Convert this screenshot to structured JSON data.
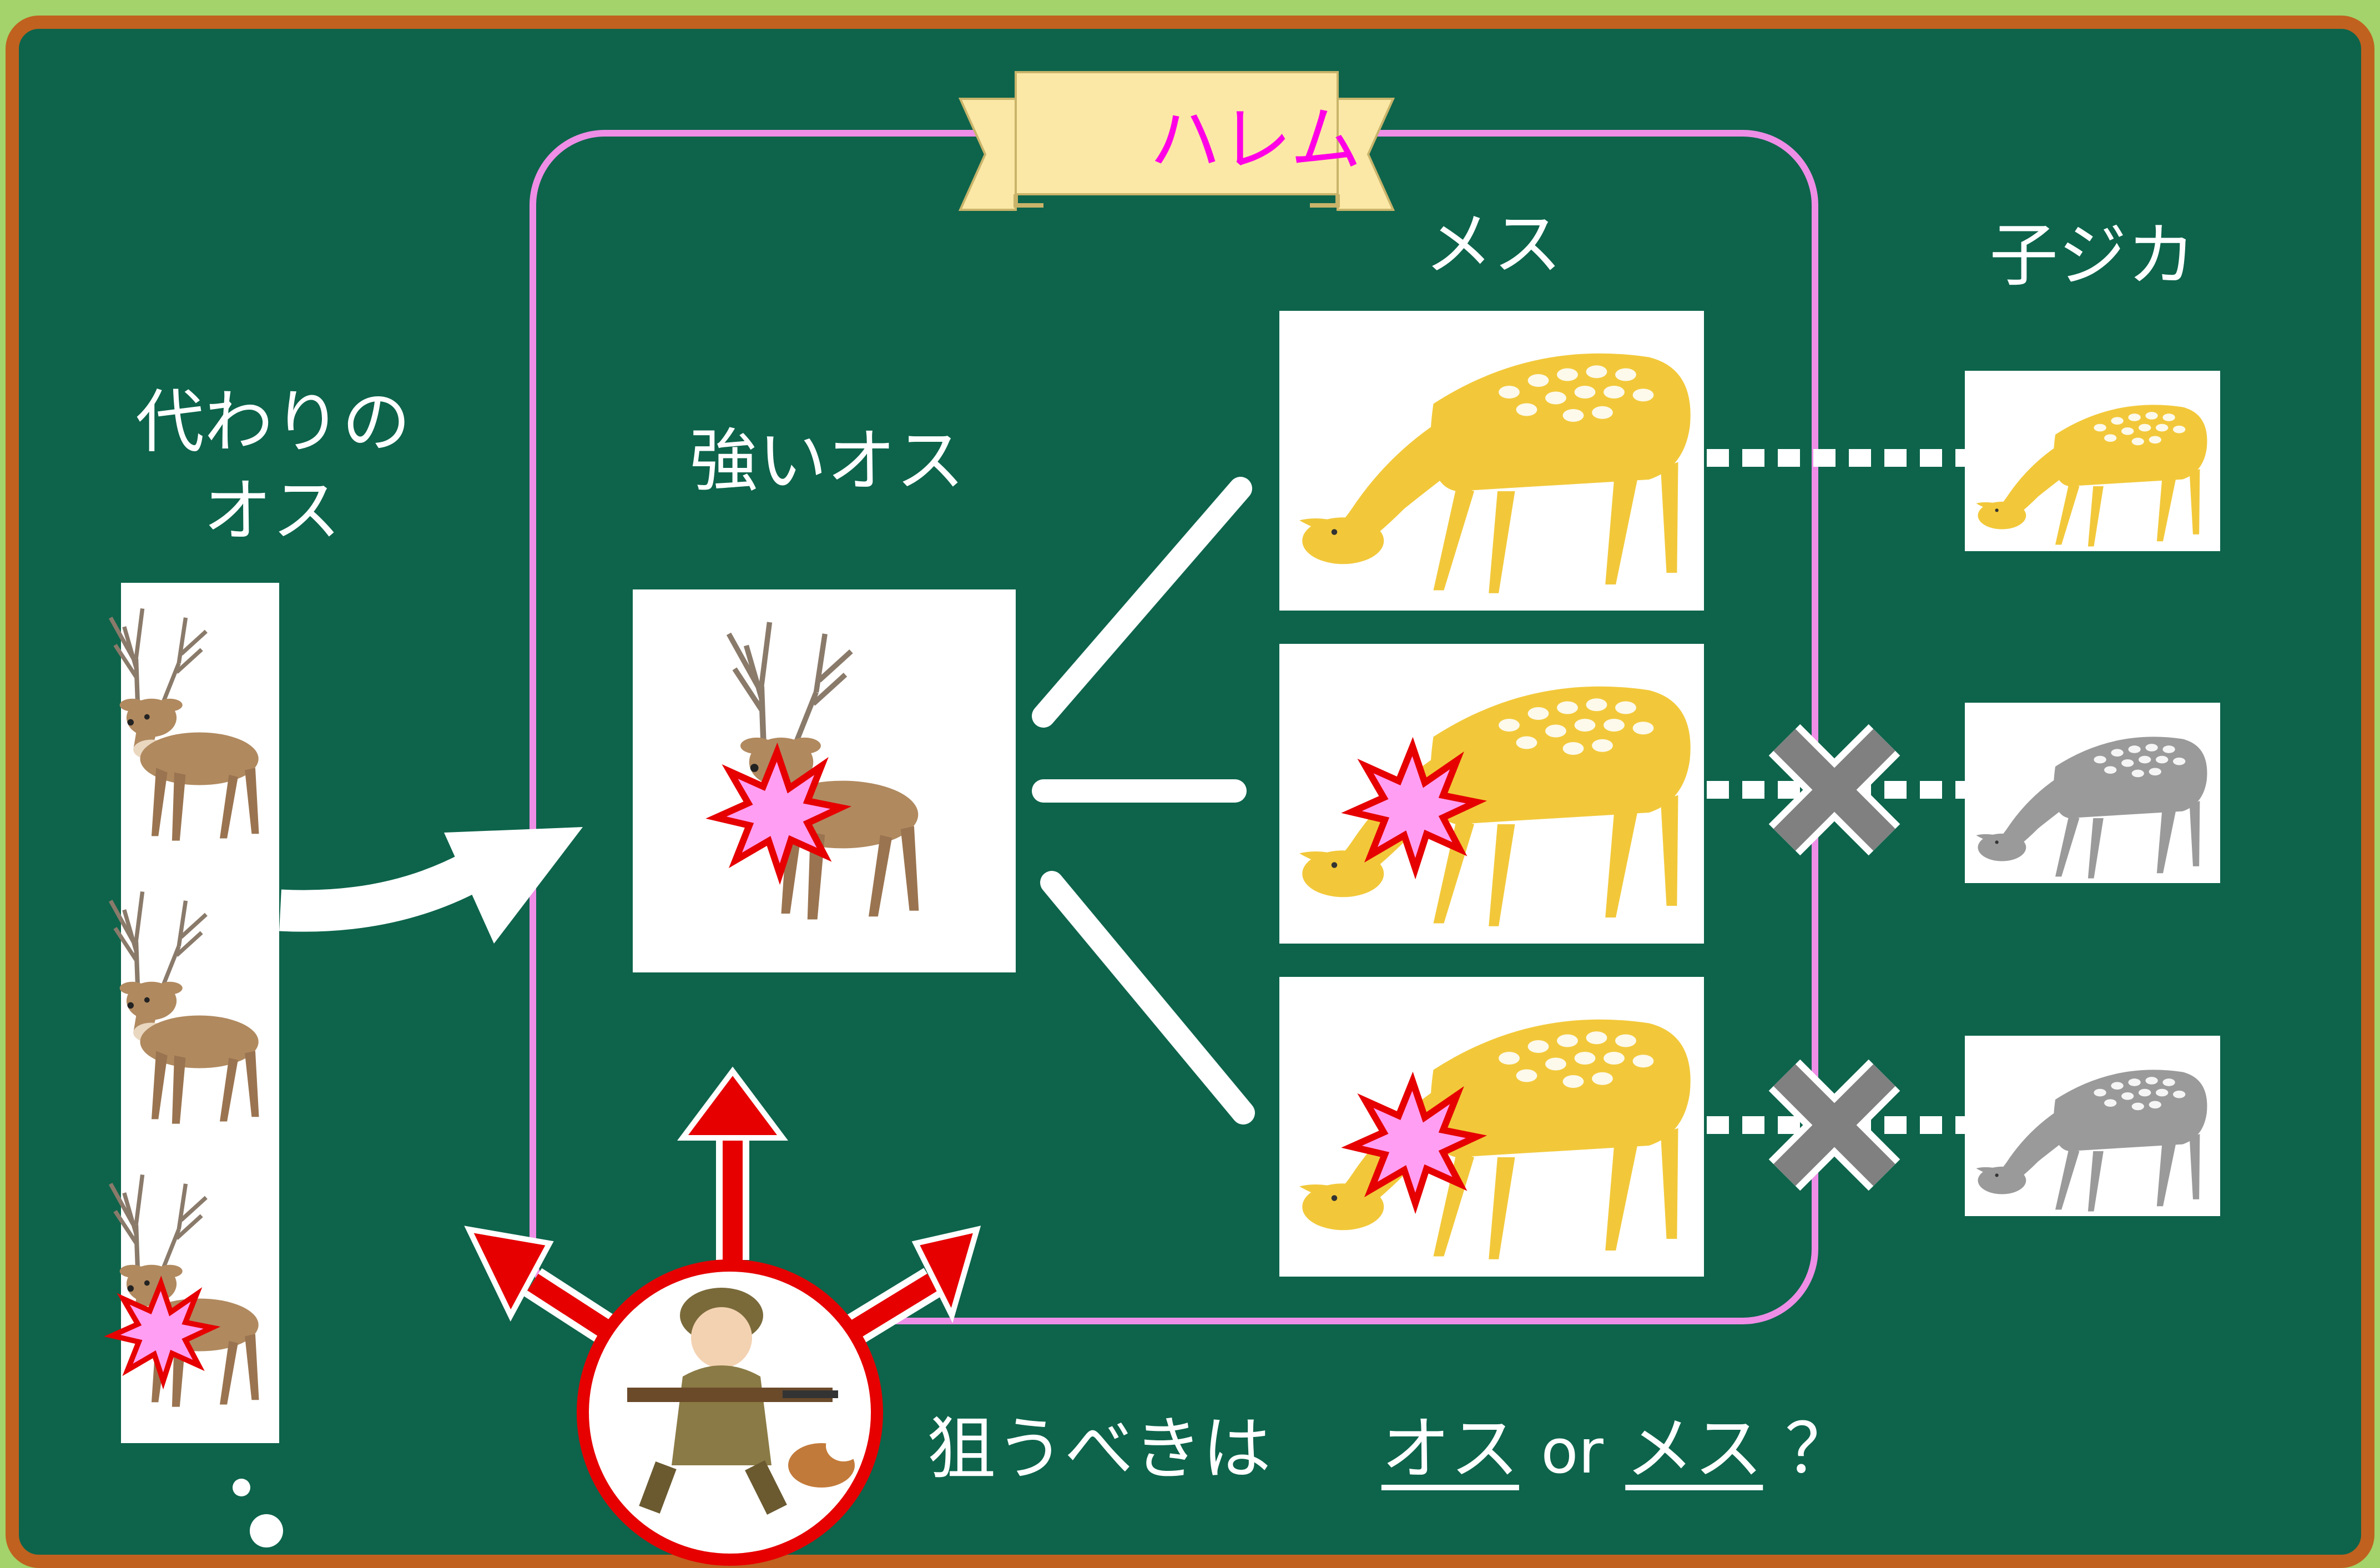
{
  "diagram": {
    "harem_label": "ハレム",
    "replacement_male_label_line1": "代わりの",
    "replacement_male_label_line2": "オス",
    "strong_male_label": "強いオス",
    "female_label": "メス",
    "fawn_label": "子ジカ",
    "question": {
      "prefix": "狙うべきは",
      "option_male": "オス",
      "connector": "or",
      "option_female": "メス",
      "suffix": "？"
    }
  },
  "colors": {
    "background": "#0d644b",
    "frame": "#c0611f",
    "outer": "#a3d36a",
    "harem_border": "#ee8ee6",
    "harem_text": "#ff00e6",
    "ribbon": "#fbe8a6",
    "hunter_circle": "#e60000",
    "hit_mark": "#ff9ef2",
    "deer_body": "#b0895f",
    "doe_body": "#f2c83a",
    "fawn_lost": "#9a9a9a",
    "cross": "#808080"
  }
}
